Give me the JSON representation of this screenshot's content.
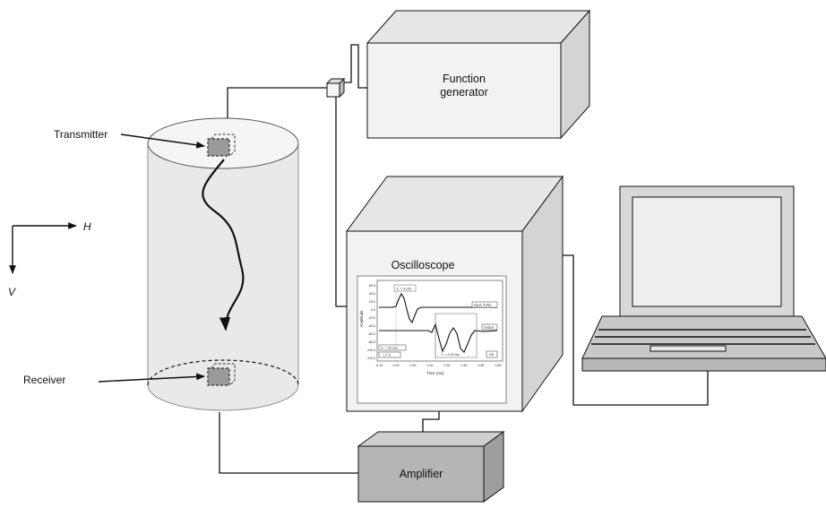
{
  "labels": {
    "transmitter": "Transmitter",
    "receiver": "Receiver",
    "function_generator_line1": "Function",
    "function_generator_line2": "generator",
    "oscilloscope": "Oscilloscope",
    "amplifier": "Amplifier",
    "axis_h": "H",
    "axis_v": "V"
  },
  "screen": {
    "y_axis_label": "Amplitude",
    "x_axis_label": "Time (ms)",
    "y_ticks": [
      "60.0",
      "40.0",
      "20.0",
      "0.0",
      "-20.0",
      "-40.0",
      "-60.0",
      "-80.0",
      "-100.0",
      "-120.0"
    ],
    "x_ticks": [
      "-0.10",
      "0.00",
      "0.10",
      "0.20",
      "0.30",
      "0.40",
      "0.50",
      "0.60"
    ],
    "input_label": "Input: 5 kHz",
    "output_label": "Output",
    "t0_label": "T₀ = 0.125",
    "ts_label": "Tₛ = 0.20 ms",
    "v_label": "Vₛ = 25 m/s",
    "l_label": "L = 5",
    "ok_label": "OK"
  },
  "colors": {
    "line": "#111111",
    "box_face": "#f2f2f2",
    "box_side": "#d4d4d4",
    "box_top": "#e6e6e6",
    "amplifier_face": "#b5b5b5",
    "cylinder_fill": "#e9e9e9",
    "screen_bg": "#ffffff"
  },
  "icons": [
    "sample-cylinder",
    "transmitter-sensor",
    "receiver-sensor",
    "wave-path-arrow",
    "connector-junction",
    "function-generator-box",
    "oscilloscope-box",
    "amplifier-box",
    "laptop-icon",
    "axis-arrows"
  ]
}
